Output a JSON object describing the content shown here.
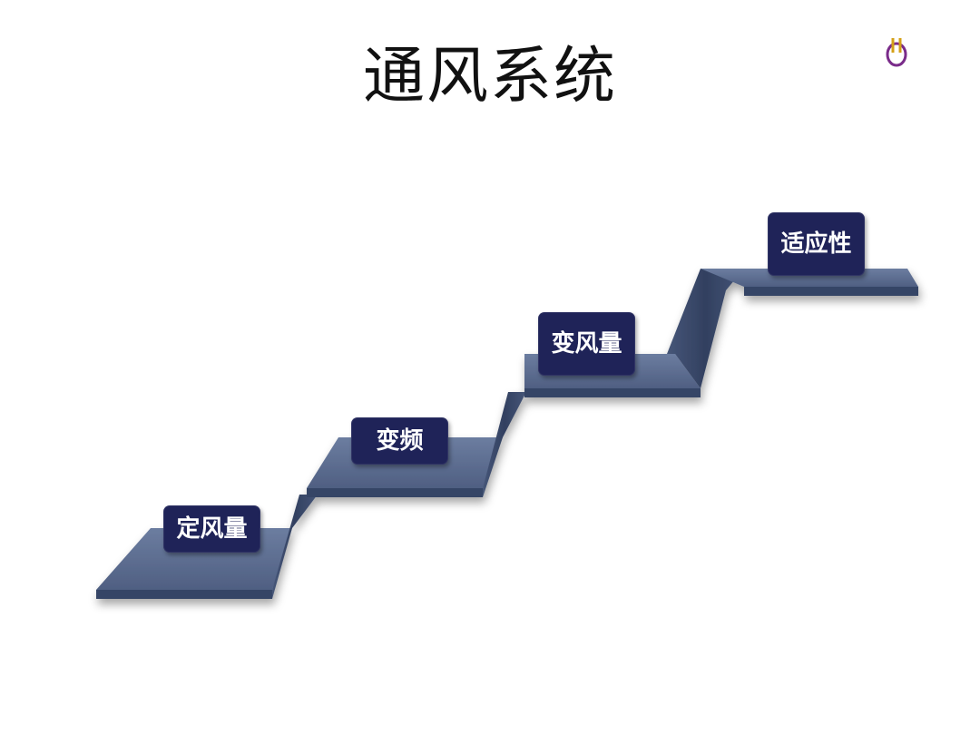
{
  "slide": {
    "title": "通风系统"
  },
  "steps": [
    {
      "label": "定风量"
    },
    {
      "label": "变频"
    },
    {
      "label": "变风量"
    },
    {
      "label": "适应性"
    }
  ],
  "icons": {
    "corner": "purple-hook-icon"
  },
  "colors": {
    "stair_top": "#5a6b8c",
    "stair_front": "#3d4b6a",
    "label_bg": "#1f2358",
    "icon_accent": "#7a2c8a"
  }
}
